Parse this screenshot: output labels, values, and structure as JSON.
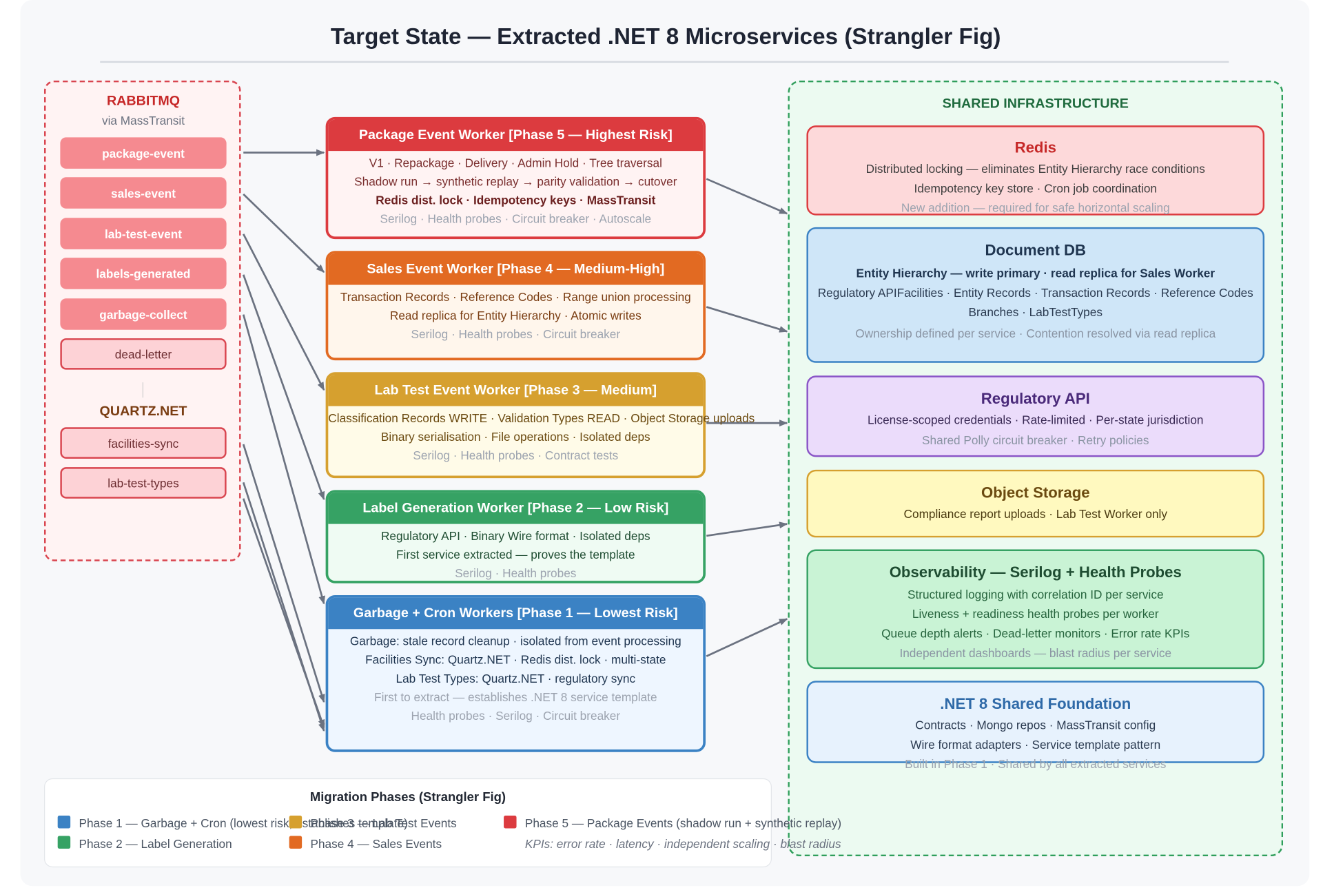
{
  "title": "Target State — Extracted .NET 8 Microservices (Strangler Fig)",
  "rabbitmq": {
    "title": "RABBITMQ",
    "subtitle": "via MassTransit",
    "queues": [
      "package-event",
      "sales-event",
      "lab-test-event",
      "labels-generated",
      "garbage-collect"
    ],
    "dead_letter": "dead-letter"
  },
  "quartz": {
    "title": "QUARTZ.NET",
    "jobs": [
      "facilities-sync",
      "lab-test-types"
    ]
  },
  "workers": {
    "package": {
      "title": "Package Event Worker [Phase 5 — Highest Risk]",
      "lines": [
        "V1 · Repackage · Delivery · Admin Hold · Tree traversal",
        "Shadow run → synthetic replay → parity validation → cutover",
        "Redis dist. lock · Idempotency keys · MassTransit",
        "Serilog · Health probes · Circuit breaker · Autoscale"
      ]
    },
    "sales": {
      "title": "Sales Event Worker [Phase 4 — Medium-High]",
      "lines": [
        "Transaction Records · Reference Codes · Range union processing",
        "Read replica for Entity Hierarchy · Atomic writes",
        "Serilog · Health probes · Circuit breaker"
      ]
    },
    "labtest": {
      "title": "Lab Test Event Worker [Phase 3 — Medium]",
      "lines": [
        "Classification Records WRITE · Validation Types READ · Object Storage uploads",
        "Binary serialisation · File operations · Isolated deps",
        "Serilog · Health probes · Contract tests"
      ]
    },
    "label": {
      "title": "Label Generation Worker [Phase 2 — Low Risk]",
      "lines": [
        "Regulatory API · Binary Wire format · Isolated deps",
        "First service extracted — proves the template",
        "Serilog · Health probes"
      ]
    },
    "garbage": {
      "title": "Garbage + Cron Workers [Phase 1 — Lowest Risk]",
      "lines": [
        "Garbage: stale record cleanup · isolated from event processing",
        "Facilities Sync: Quartz.NET · Redis dist. lock · multi-state",
        "Lab Test Types: Quartz.NET · regulatory sync",
        "First to extract — establishes .NET 8 service template",
        "Health probes · Serilog · Circuit breaker"
      ]
    }
  },
  "infra": {
    "title": "SHARED INFRASTRUCTURE",
    "redis": {
      "title": "Redis",
      "lines": [
        "Distributed locking — eliminates Entity Hierarchy race conditions",
        "Idempotency key store · Cron job coordination",
        "New addition — required for safe horizontal scaling"
      ]
    },
    "docdb": {
      "title": "Document DB",
      "lines": [
        "Entity Hierarchy — write primary · read replica for Sales Worker",
        "Regulatory APIFacilities · Entity Records · Transaction Records · Reference Codes",
        "Branches · LabTestTypes",
        "Ownership defined per service · Contention resolved via read replica"
      ]
    },
    "regapi": {
      "title": "Regulatory API",
      "lines": [
        "License-scoped credentials · Rate-limited · Per-state jurisdiction",
        "Shared Polly circuit breaker · Retry policies"
      ]
    },
    "objstore": {
      "title": "Object Storage",
      "lines": [
        "Compliance report uploads · Lab Test Worker only"
      ]
    },
    "observability": {
      "title": "Observability — Serilog + Health Probes",
      "lines": [
        "Structured logging with correlation ID per service",
        "Liveness + readiness health probes per worker",
        "Queue depth alerts · Dead-letter monitors · Error rate KPIs",
        "Independent dashboards — blast radius per service"
      ]
    },
    "foundation": {
      "title": ".NET 8 Shared Foundation",
      "lines": [
        "Contracts · Mongo repos · MassTransit config",
        "Wire format adapters · Service template pattern",
        "Built in Phase 1 · Shared by all extracted services"
      ]
    }
  },
  "legend": {
    "title": "Migration Phases (Strangler Fig)",
    "items": [
      {
        "label": "Phase 1 — Garbage + Cron (lowest risk, establishes template)",
        "color": "#3b82c4"
      },
      {
        "label": "Phase 2 — Label Generation",
        "color": "#36a264"
      },
      {
        "label": "Phase 3 — Lab Test Events",
        "color": "#d6a02f"
      },
      {
        "label": "Phase 4 — Sales Events",
        "color": "#e26a22"
      },
      {
        "label": "Phase 5 — Package Events (shadow run + synthetic replay)",
        "color": "#dc3b3f"
      }
    ],
    "kpis": "KPIs: error rate · latency · independent scaling · blast radius"
  },
  "colors": {
    "phase1": "#3b82c4",
    "phase2": "#36a264",
    "phase3": "#d6a02f",
    "phase4": "#e26a22",
    "phase5": "#dc3b3f",
    "arrow": "#6b7280"
  }
}
